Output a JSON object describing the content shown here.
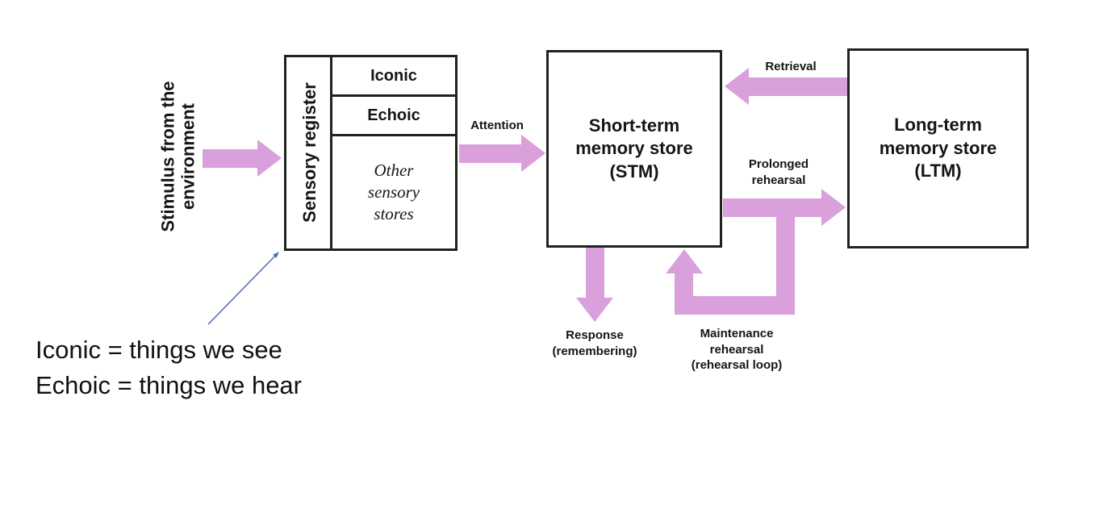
{
  "colors": {
    "arrow_pink": "#d9a0dc",
    "box_border": "#1c241c",
    "annotation_arrow_blue": "#4a6fa5"
  },
  "diagram": {
    "stimulus_label": "Stimulus from the\nenvironment",
    "sensory_register": {
      "title": "Sensory register",
      "row_iconic": "Iconic",
      "row_echoic": "Echoic",
      "row_other": "Other\nsensory\nstores"
    },
    "attention_label": "Attention",
    "stm_label": "Short-term\nmemory store\n(STM)",
    "ltm_label": "Long-term\nmemory store\n(LTM)",
    "retrieval_label": "Retrieval",
    "prolonged_rehearsal_label": "Prolonged\nrehearsal",
    "response_label": "Response\n(remembering)",
    "maintenance_label": "Maintenance\nrehearsal\n(rehearsal loop)"
  },
  "annotation": {
    "text": "Iconic = things we see\nEchoic = things we hear"
  }
}
